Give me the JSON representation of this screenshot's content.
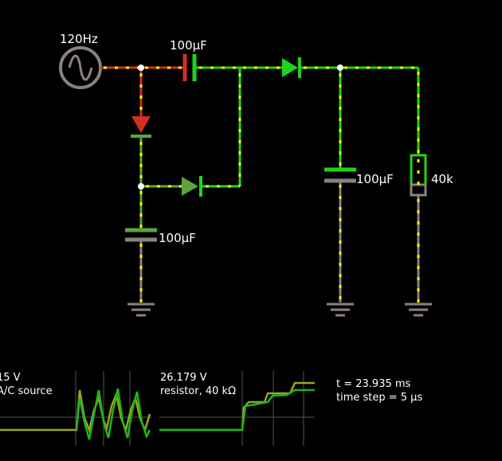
{
  "source": {
    "frequency_label": "120Hz"
  },
  "components": {
    "cap_top_label": "100µF",
    "cap_bottom_label": "100µF",
    "cap_right_label": "100µF",
    "resistor_label": "40k"
  },
  "scopes": [
    {
      "value": "15 V",
      "name": "A/C source"
    },
    {
      "value": "26.179 V",
      "name": "resistor, 40 kΩ"
    }
  ],
  "info": {
    "time": "t = 23.935 ms",
    "step": "time step = 5 µs"
  },
  "colors": {
    "wire_red": "#d22f1f",
    "wire_green": "#1dd51d",
    "wire_dark_green": "#5aa53c",
    "wire_gray": "#8b8080",
    "current_dot": "#ffff00",
    "node": "#ffffff",
    "scope_line_green": "#1db51d",
    "scope_line_olive": "#9aa51d"
  }
}
